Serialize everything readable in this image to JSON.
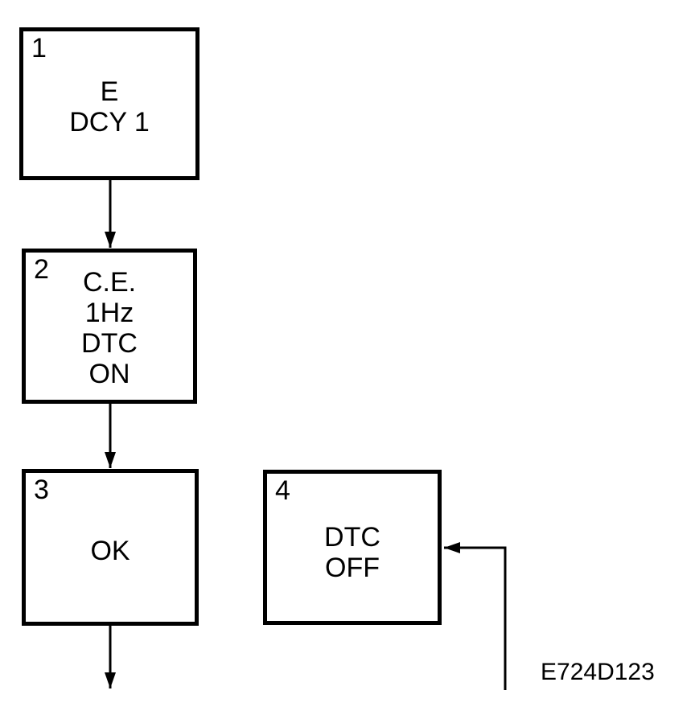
{
  "boxes": [
    {
      "number": "1",
      "lines": [
        "E",
        "DCY 1"
      ]
    },
    {
      "number": "2",
      "lines": [
        "C.E.",
        "1Hz",
        "DTC",
        "ON"
      ]
    },
    {
      "number": "3",
      "lines": [
        "OK"
      ]
    },
    {
      "number": "4",
      "lines": [
        "DTC",
        "OFF"
      ]
    }
  ],
  "figure_code": "E724D123"
}
